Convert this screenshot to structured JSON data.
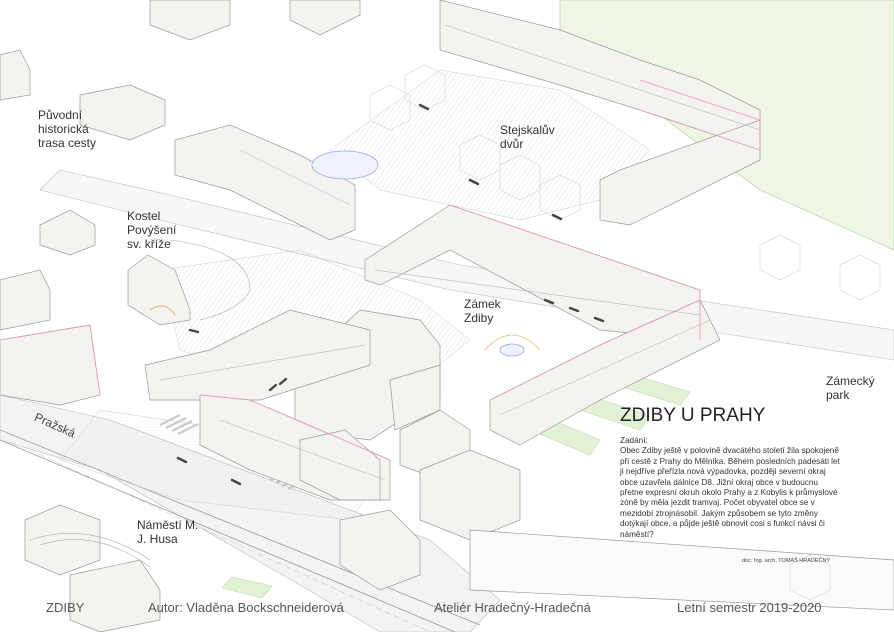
{
  "labels": {
    "historic_route": "Původní\nhistorická\ntrasa cesty",
    "church": "Kostel\nPovýšení\nsv. kříže",
    "stejskal_court": "Stejskalův\ndvůr",
    "chateau": "Zámek\nZdiby",
    "chateau_park": "Zámecký\npark",
    "street": "Pražská",
    "square": "Náměstí M.\nJ. Husa"
  },
  "project": {
    "title": "ZDIBY U PRAHY",
    "brief_heading": "Zadání:",
    "brief_text": "Obec Zdiby ještě v polovině dvacátého století žila spokojeně při cestě z Prahy do Mělníka. Během posledních padesáti let ji nejdříve přeřízla nová výpadovka, později severní okraj obce uzavřela dálnice D8. Jižní okraj obce v budoucnu přetne expresní okruh okolo Prahy a z Kobylis k průmyslové zóně by měla jezdit tramvaj. Počet obyvatel obce se v mezidobí ztrojnásobil. Jakým způsobem se tyto změny dotýkají obce, a půjde ještě obnovit cosi s funkcí návsi či náměstí?",
    "signature": "doc. Ing. arch. TOMÁŠ HRADEČNÝ"
  },
  "footer": {
    "place": "ZDIBY",
    "author": "Autor: Vladěna Bockschneiderová",
    "studio": "Ateliér Hradečný-Hradečná",
    "semester": "Letní semestr 2019-2020"
  }
}
